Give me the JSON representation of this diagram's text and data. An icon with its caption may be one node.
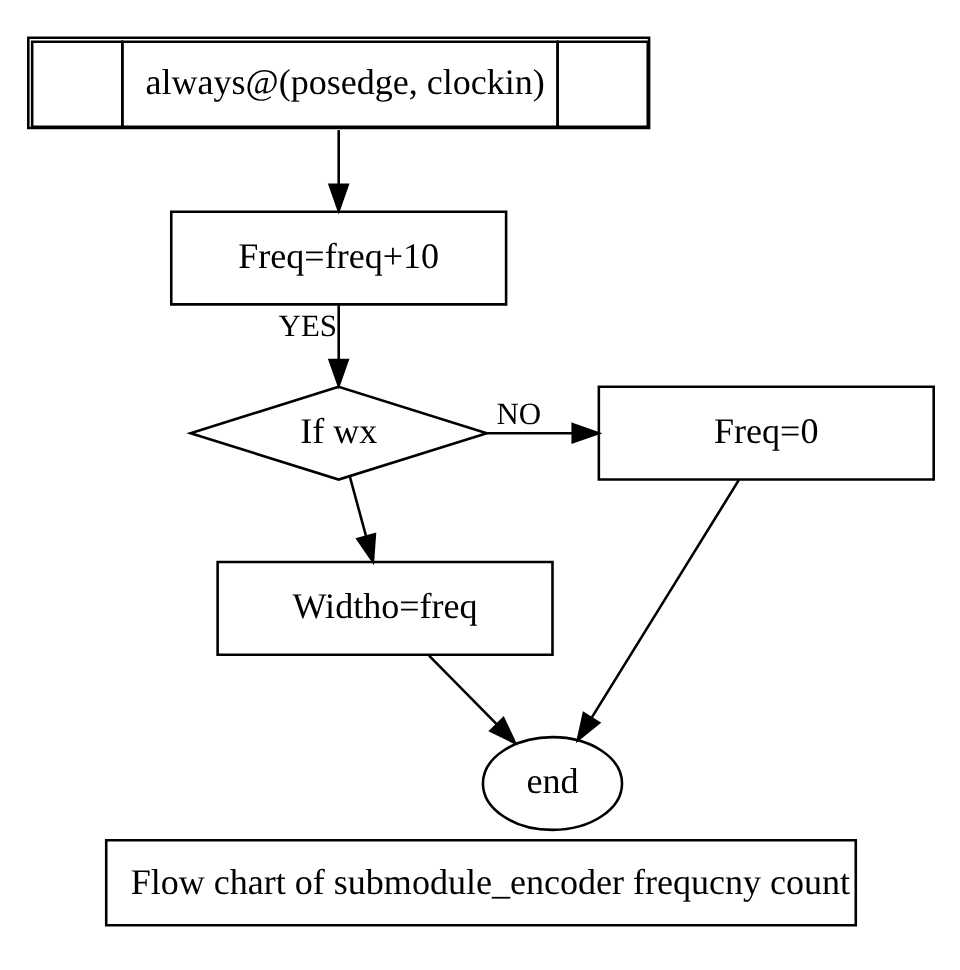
{
  "diagram": {
    "caption": "Flow chart of submodule_encoder frequcny count",
    "nodes": [
      {
        "text": [
          "always@(posedge, clockin)"
        ]
      },
      {
        "text": [
          "Freq=freq+10"
        ]
      },
      {
        "text": [
          "If wx"
        ]
      },
      {
        "text": [
          "Freq=0"
        ]
      },
      {
        "text": [
          "Widtho=freq"
        ]
      },
      {
        "text": [
          "end"
        ]
      }
    ],
    "edges": [
      {
        "from": 0,
        "to": 1,
        "arrow": "to"
      },
      {
        "from": 1,
        "to": 2,
        "arrow": "to",
        "label": "YES"
      },
      {
        "from": 2,
        "to": 3,
        "arrow": "to",
        "label": "NO"
      },
      {
        "from": 2,
        "to": 4,
        "arrow": "to"
      },
      {
        "from": 4,
        "to": 5,
        "arrow": "to"
      },
      {
        "from": 3,
        "to": 5,
        "arrow": "to"
      }
    ]
  }
}
